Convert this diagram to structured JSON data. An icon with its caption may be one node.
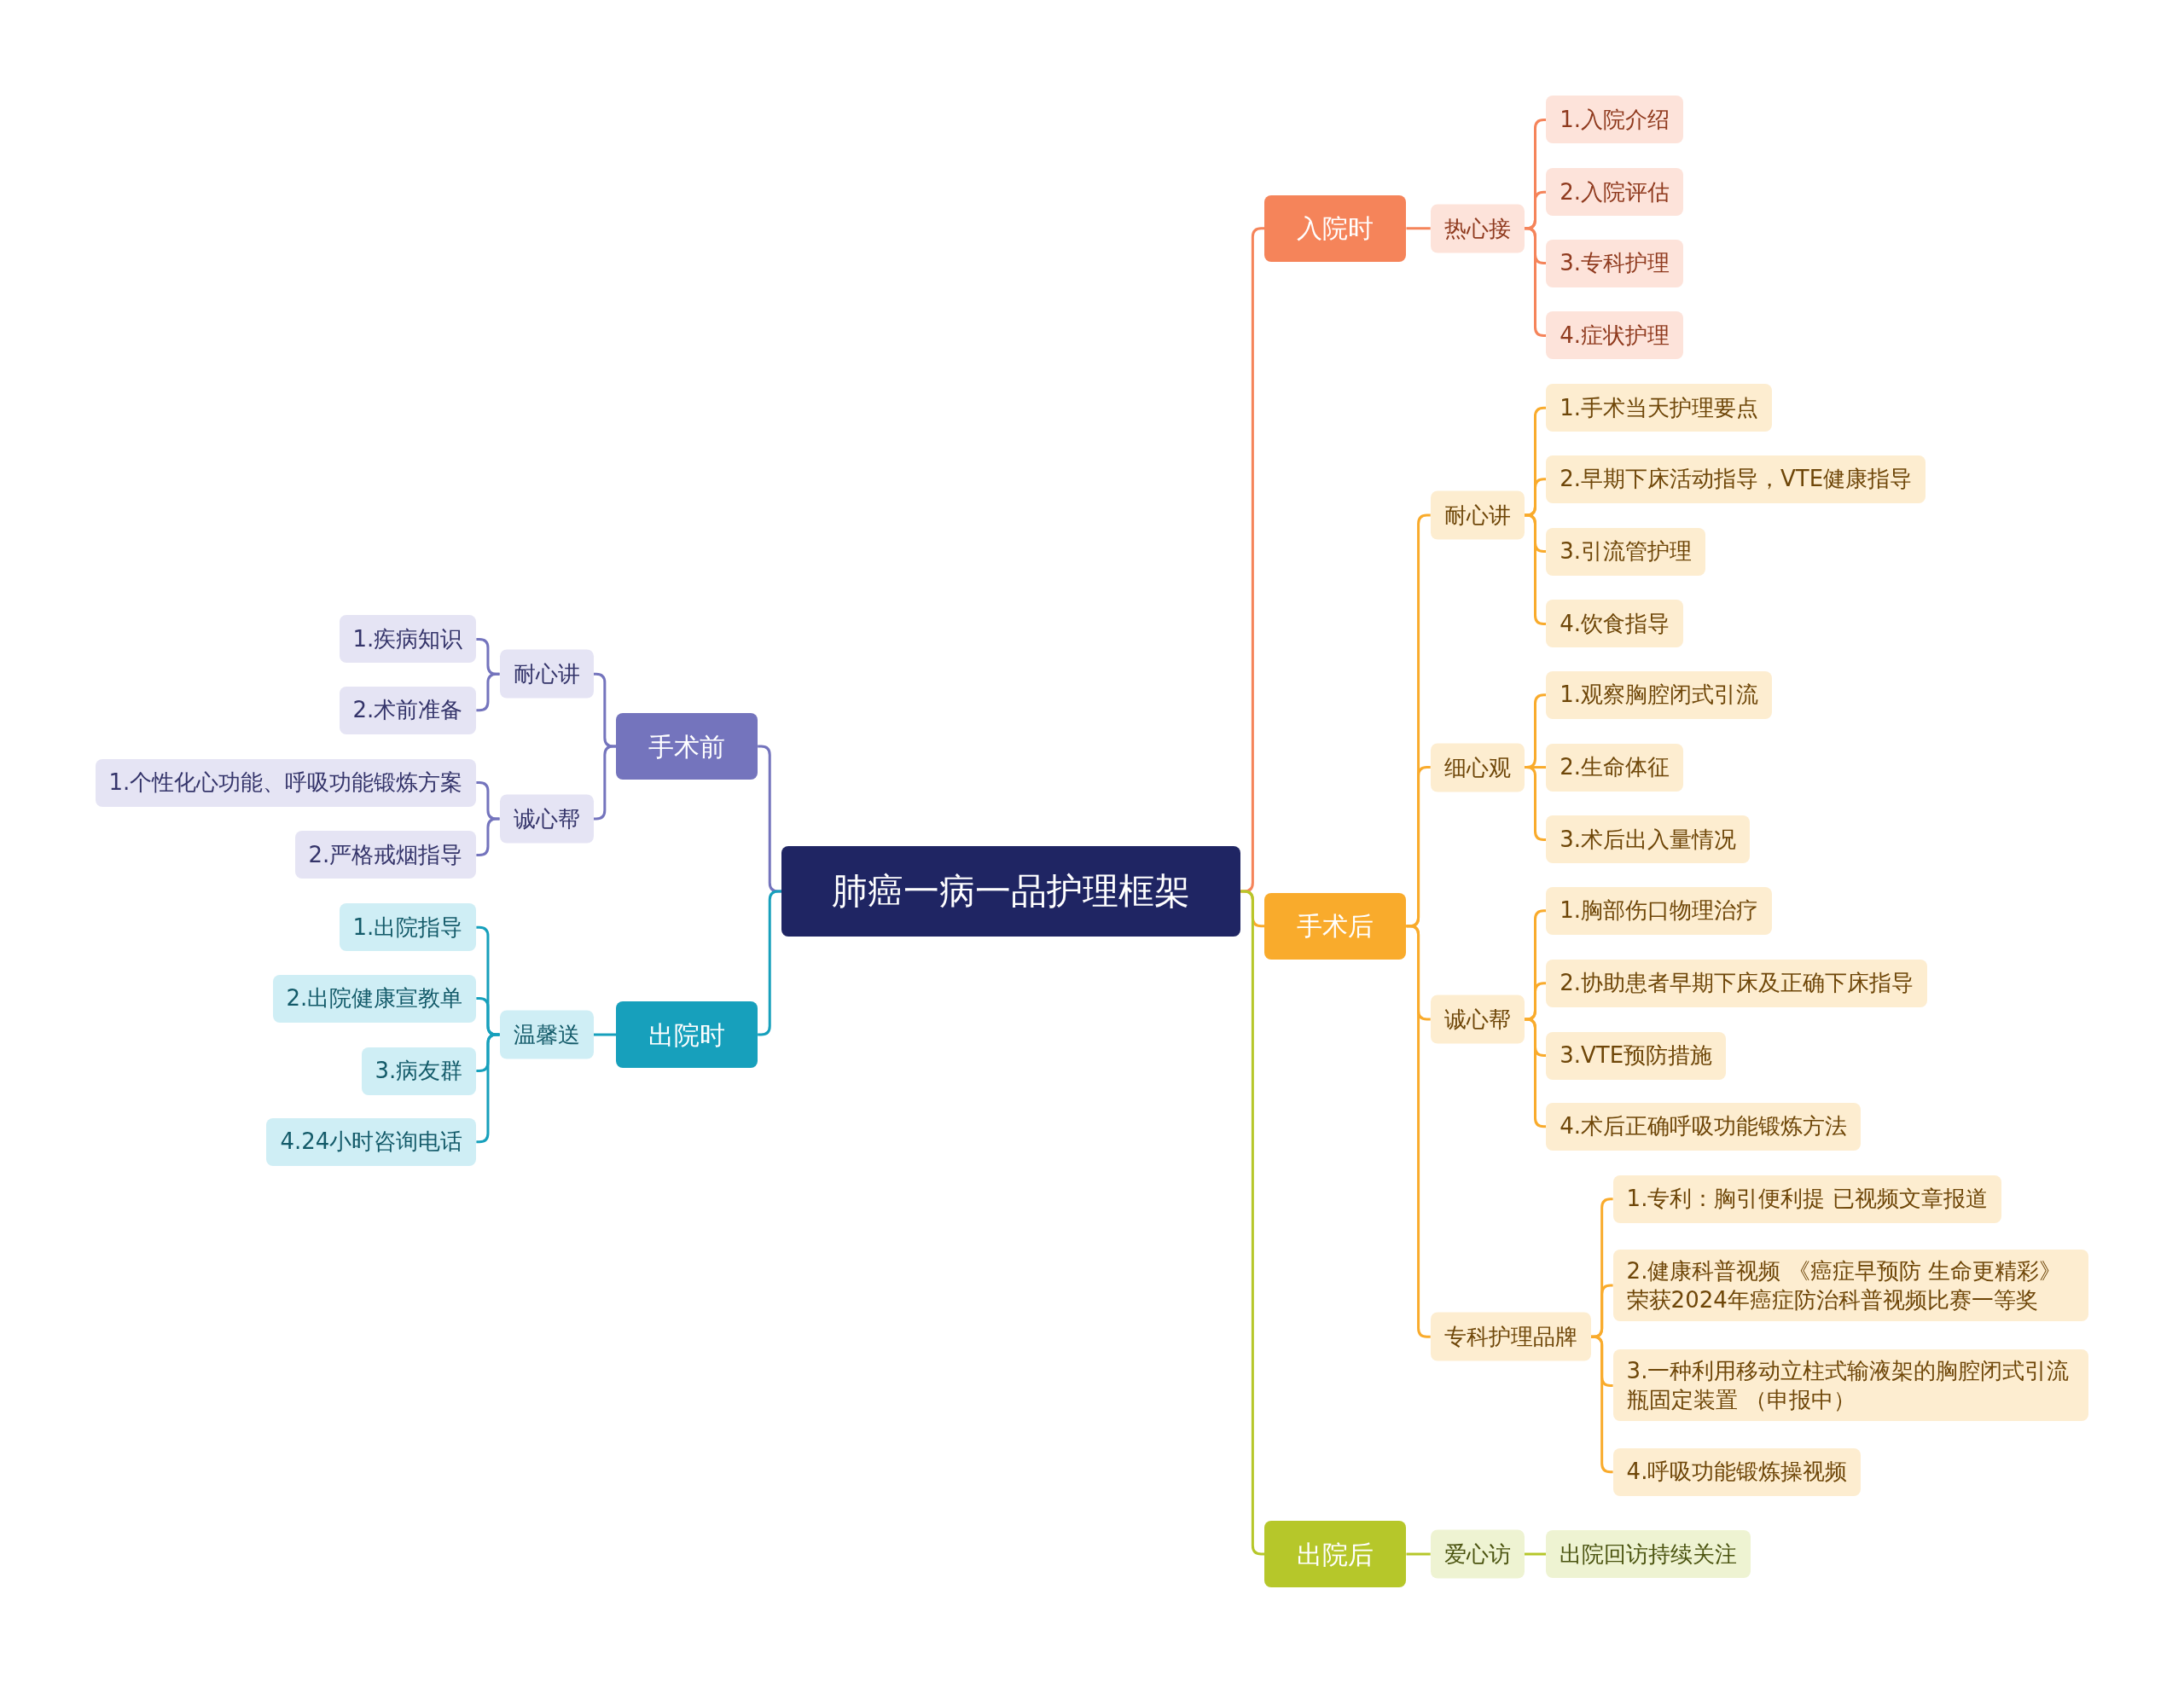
{
  "diagram": {
    "nodes": [
      {
        "text": [
          "肺癌一病一品护理框架"
        ]
      },
      {
        "text": [
          "入院时"
        ]
      },
      {
        "text": [
          "热心接"
        ]
      },
      {
        "text": [
          "1.入院介绍"
        ]
      },
      {
        "text": [
          "2.入院评估"
        ]
      },
      {
        "text": [
          "3.专科护理"
        ]
      },
      {
        "text": [
          "4.症状护理"
        ]
      },
      {
        "text": [
          "手术后"
        ]
      },
      {
        "text": [
          "耐心讲"
        ]
      },
      {
        "text": [
          "1.手术当天护理要点"
        ]
      },
      {
        "text": [
          "2.早期下床活动指导，VTE健康指导"
        ]
      },
      {
        "text": [
          "3.引流管护理"
        ]
      },
      {
        "text": [
          "4.饮食指导"
        ]
      },
      {
        "text": [
          "细心观"
        ]
      },
      {
        "text": [
          "1.观察胸腔闭式引流"
        ]
      },
      {
        "text": [
          "2.生命体征"
        ]
      },
      {
        "text": [
          "3.术后出入量情况"
        ]
      },
      {
        "text": [
          "诚心帮"
        ]
      },
      {
        "text": [
          "1.胸部伤口物理治疗"
        ]
      },
      {
        "text": [
          "2.协助患者早期下床及正确下床指导"
        ]
      },
      {
        "text": [
          "3.VTE预防措施"
        ]
      },
      {
        "text": [
          "4.术后正确呼吸功能锻炼方法"
        ]
      },
      {
        "text": [
          "专科护理品牌"
        ]
      },
      {
        "text": [
          "1.专利：胸引便利提 已视频文章报道"
        ]
      },
      {
        "text": [
          "2.健康科普视频 《癌症早预防 生命更精彩》荣获2024年癌症防治科普视频比赛一等奖"
        ]
      },
      {
        "text": [
          "3.一种利用移动立柱式输液架的胸腔闭式引流瓶固定装置 （申报中）"
        ]
      },
      {
        "text": [
          "4.呼吸功能锻炼操视频"
        ]
      },
      {
        "text": [
          "出院后"
        ]
      },
      {
        "text": [
          "爱心访"
        ]
      },
      {
        "text": [
          "出院回访持续关注"
        ]
      },
      {
        "text": [
          "手术前"
        ]
      },
      {
        "text": [
          "耐心讲"
        ]
      },
      {
        "text": [
          "1.疾病知识"
        ]
      },
      {
        "text": [
          "2.术前准备"
        ]
      },
      {
        "text": [
          "诚心帮"
        ]
      },
      {
        "text": [
          "1.个性化心功能、呼吸功能锻炼方案"
        ]
      },
      {
        "text": [
          "2.严格戒烟指导"
        ]
      },
      {
        "text": [
          "出院时"
        ]
      },
      {
        "text": [
          "温馨送"
        ]
      },
      {
        "text": [
          "1.出院指导"
        ]
      },
      {
        "text": [
          "2.出院健康宣教单"
        ]
      },
      {
        "text": [
          "3.病友群"
        ]
      },
      {
        "text": [
          "4.24小时咨询电话"
        ]
      }
    ],
    "edges": [
      {
        "from": 0,
        "to": 1,
        "arrow": "none",
        "color": "#f5845a"
      },
      {
        "from": 1,
        "to": 2,
        "arrow": "none",
        "color": "#f5845a"
      },
      {
        "from": 2,
        "to": 3,
        "arrow": "none",
        "color": "#f5845a"
      },
      {
        "from": 2,
        "to": 4,
        "arrow": "none",
        "color": "#f5845a"
      },
      {
        "from": 2,
        "to": 5,
        "arrow": "none",
        "color": "#f5845a"
      },
      {
        "from": 2,
        "to": 6,
        "arrow": "none",
        "color": "#f5845a"
      },
      {
        "from": 0,
        "to": 7,
        "arrow": "none",
        "color": "#f9ab2c"
      },
      {
        "from": 7,
        "to": 8,
        "arrow": "none",
        "color": "#f9ab2c"
      },
      {
        "from": 8,
        "to": 9,
        "arrow": "none",
        "color": "#f9ab2c"
      },
      {
        "from": 8,
        "to": 10,
        "arrow": "none",
        "color": "#f9ab2c"
      },
      {
        "from": 8,
        "to": 11,
        "arrow": "none",
        "color": "#f9ab2c"
      },
      {
        "from": 8,
        "to": 12,
        "arrow": "none",
        "color": "#f9ab2c"
      },
      {
        "from": 7,
        "to": 13,
        "arrow": "none",
        "color": "#f9ab2c"
      },
      {
        "from": 13,
        "to": 14,
        "arrow": "none",
        "color": "#f9ab2c"
      },
      {
        "from": 13,
        "to": 15,
        "arrow": "none",
        "color": "#f9ab2c"
      },
      {
        "from": 13,
        "to": 16,
        "arrow": "none",
        "color": "#f9ab2c"
      },
      {
        "from": 7,
        "to": 17,
        "arrow": "none",
        "color": "#f9ab2c"
      },
      {
        "from": 17,
        "to": 18,
        "arrow": "none",
        "color": "#f9ab2c"
      },
      {
        "from": 17,
        "to": 19,
        "arrow": "none",
        "color": "#f9ab2c"
      },
      {
        "from": 17,
        "to": 20,
        "arrow": "none",
        "color": "#f9ab2c"
      },
      {
        "from": 17,
        "to": 21,
        "arrow": "none",
        "color": "#f9ab2c"
      },
      {
        "from": 7,
        "to": 22,
        "arrow": "none",
        "color": "#f9ab2c"
      },
      {
        "from": 22,
        "to": 23,
        "arrow": "none",
        "color": "#f9ab2c"
      },
      {
        "from": 22,
        "to": 24,
        "arrow": "none",
        "color": "#f9ab2c"
      },
      {
        "from": 22,
        "to": 25,
        "arrow": "none",
        "color": "#f9ab2c"
      },
      {
        "from": 22,
        "to": 26,
        "arrow": "none",
        "color": "#f9ab2c"
      },
      {
        "from": 0,
        "to": 27,
        "arrow": "none",
        "color": "#b6c72a"
      },
      {
        "from": 27,
        "to": 28,
        "arrow": "none",
        "color": "#b6c72a"
      },
      {
        "from": 28,
        "to": 29,
        "arrow": "none",
        "color": "#b6c72a"
      },
      {
        "from": 0,
        "to": 30,
        "arrow": "none",
        "color": "#7474bd"
      },
      {
        "from": 30,
        "to": 31,
        "arrow": "none",
        "color": "#7474bd"
      },
      {
        "from": 31,
        "to": 32,
        "arrow": "none",
        "color": "#7474bd"
      },
      {
        "from": 31,
        "to": 33,
        "arrow": "none",
        "color": "#7474bd"
      },
      {
        "from": 30,
        "to": 34,
        "arrow": "none",
        "color": "#7474bd"
      },
      {
        "from": 34,
        "to": 35,
        "arrow": "none",
        "color": "#7474bd"
      },
      {
        "from": 34,
        "to": 36,
        "arrow": "none",
        "color": "#7474bd"
      },
      {
        "from": 0,
        "to": 37,
        "arrow": "none",
        "color": "#17a0bc"
      },
      {
        "from": 37,
        "to": 38,
        "arrow": "none",
        "color": "#17a0bc"
      },
      {
        "from": 38,
        "to": 39,
        "arrow": "none",
        "color": "#17a0bc"
      },
      {
        "from": 38,
        "to": 40,
        "arrow": "none",
        "color": "#17a0bc"
      },
      {
        "from": 38,
        "to": 41,
        "arrow": "none",
        "color": "#17a0bc"
      },
      {
        "from": 38,
        "to": 42,
        "arrow": "none",
        "color": "#17a0bc"
      }
    ]
  }
}
